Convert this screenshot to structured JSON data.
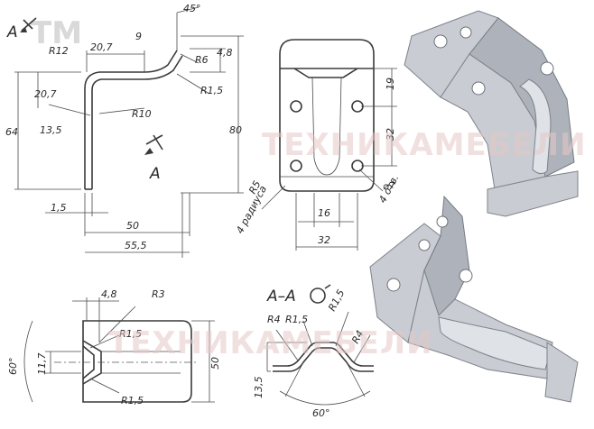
{
  "watermarks": {
    "top": "ТЕХНИКАМЕБЕЛИ",
    "bottom": "ТЕХНИКАМЕБЕЛИ"
  },
  "logo": "ТМ",
  "side_view": {
    "section_mark": "A",
    "section_mark_2": "A",
    "dims": {
      "r12": "R12",
      "w20_7": "20,7",
      "h9": "9",
      "a45": "45°",
      "r6": "R6",
      "h4_8": "4,8",
      "r1_5": "R1,5",
      "h20_7": "20,7",
      "h64": "64",
      "a13_5": "13,5",
      "r10": "R10",
      "h80": "80",
      "w1_5": "1,5",
      "w50": "50",
      "w55_5": "55,5"
    }
  },
  "front_view": {
    "dims": {
      "h19": "19",
      "h32": "32",
      "d7": "⌀7",
      "holes": "4 отв.",
      "r5": "R5",
      "radius_note": "4 радиуса",
      "w16": "16",
      "w32": "32"
    }
  },
  "top_view": {
    "dims": {
      "w4_8": "4,8",
      "r3": "R3",
      "r1_5a": "R1,5",
      "r1_5b": "R1,5",
      "a60": "60°",
      "h11_7": "11,7",
      "h50": "50"
    }
  },
  "section_view": {
    "title": "A–A",
    "dims": {
      "r4a": "R4",
      "r1_5a": "R1,5",
      "r1_5b": "R1,5",
      "r4b": "R4",
      "h13_5": "13,5",
      "a60": "60°"
    }
  },
  "colors": {
    "line": "#3a3a3a",
    "metal_light": "#c9ccd2",
    "metal_dark": "#aeb3bb",
    "watermark": "#e6c7c7"
  }
}
